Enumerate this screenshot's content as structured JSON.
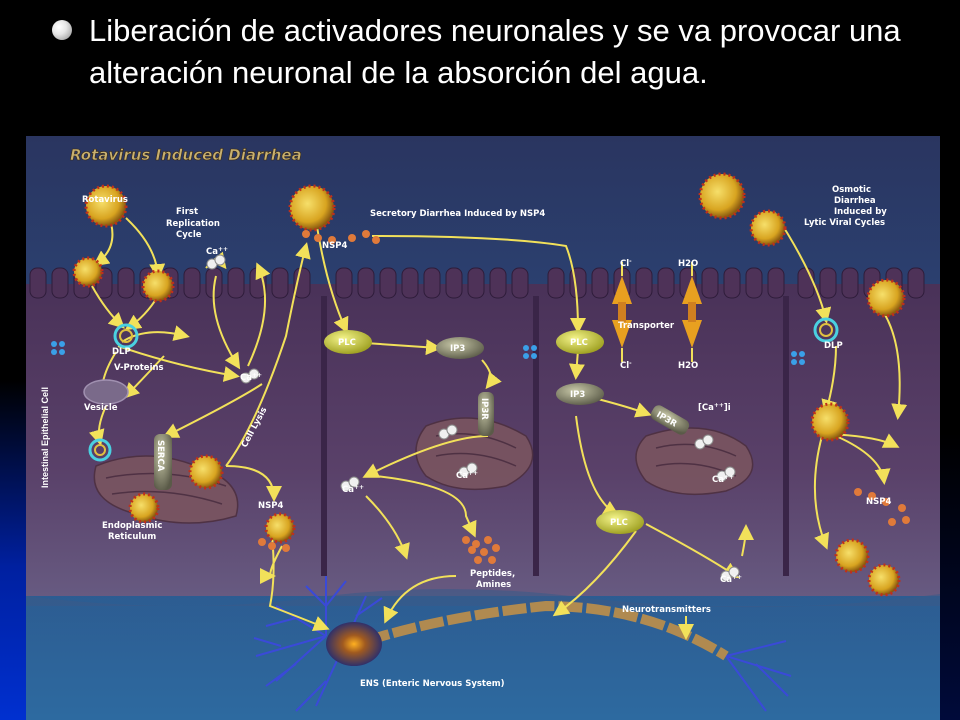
{
  "slide": {
    "bullet_text": "Liberación de activadores neuronales y se va provocar una alteración neuronal de la absorción del agua."
  },
  "diagram": {
    "title": "Rotavirus Induced Diarrhea",
    "side_label": "Intestinal Epithelial Cell",
    "labels": {
      "rotavirus": "Rotavirus",
      "first_replication_line1": "First",
      "first_replication_line2": "Replication",
      "first_replication_line3": "Cycle",
      "secretory": "Secretory Diarrhea Induced by NSP4",
      "osmotic_line1": "Osmotic",
      "osmotic_line2": "Diarrhea",
      "osmotic_line3": "Induced by",
      "osmotic_line4": "Lytic Viral Cycles",
      "nsp4_top": "NSP4",
      "ca_top": "Ca",
      "dlp_left": "DLP",
      "v_proteins": "V-Proteins",
      "ca_left": "Ca",
      "vesicle": "Vesicle",
      "serca": "SERCA",
      "cell_lysis": "Cell Lysis",
      "er_line1": "Endoplasmic",
      "er_line2": "Reticulum",
      "nsp4_left": "NSP4",
      "plc_1": "PLC",
      "ip3_1": "IP3",
      "ip3r_1": "IP3R",
      "ca_mid": "Ca",
      "ca_mid2": "Ca",
      "peptides_line1": "Peptides,",
      "peptides_line2": "Amines",
      "plc_2": "PLC",
      "ip3_2": "IP3",
      "ip3r_2": "IP3R",
      "ca_i": "[Ca",
      "ca_i_suffix": "]i",
      "ca_right": "Ca",
      "cl_top": "Cl",
      "h2o_top": "H2O",
      "transporter": "Transporter",
      "cl_bottom": "Cl",
      "h2o_bottom": "H2O",
      "plc_3": "PLC",
      "ca_bottom": "Ca",
      "neurotransmitters": "Neurotransmitters",
      "ens": "ENS (Enteric Nervous System)",
      "dlp_right": "DLP",
      "nsp4_right": "NSP4",
      "sup_2plus": "++",
      "sup_minus": "-"
    }
  },
  "colors": {
    "background": "#000000",
    "text": "#ffffff",
    "figure_bg": "#283a6e",
    "cell_fill": "#5a3d66",
    "arrow": "#f2e15a",
    "virus": "#e0b020",
    "virus_spike": "#c0301a",
    "label": "#ffffff",
    "plc": "#d4d640"
  }
}
